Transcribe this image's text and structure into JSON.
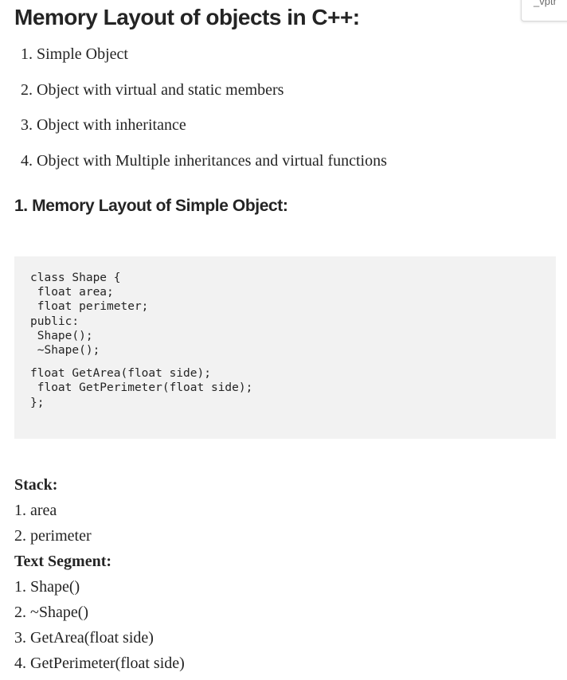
{
  "corner_tab": {
    "label": "_vptr"
  },
  "article": {
    "title": "Memory Layout of objects in C++:",
    "toc": [
      "1. Simple Object",
      "2. Object with virtual and static members",
      "3. Object with inheritance",
      "4. Object with Multiple inheritances and virtual functions"
    ],
    "section_title": "1. Memory Layout of Simple Object:",
    "code": {
      "block1": "class Shape {\n float area;\n float perimeter;\npublic:\n Shape();\n ~Shape();",
      "block2": "float GetArea(float side);\n float GetPerimeter(float side);\n};"
    },
    "notes": {
      "stack_heading": "Stack:",
      "stack_items": [
        "1. area",
        "2. perimeter"
      ],
      "text_heading": "Text Segment:",
      "text_items": [
        "1. Shape()",
        "2. ~Shape()",
        "3. GetArea(float side)",
        "4. GetPerimeter(float side)"
      ]
    }
  }
}
